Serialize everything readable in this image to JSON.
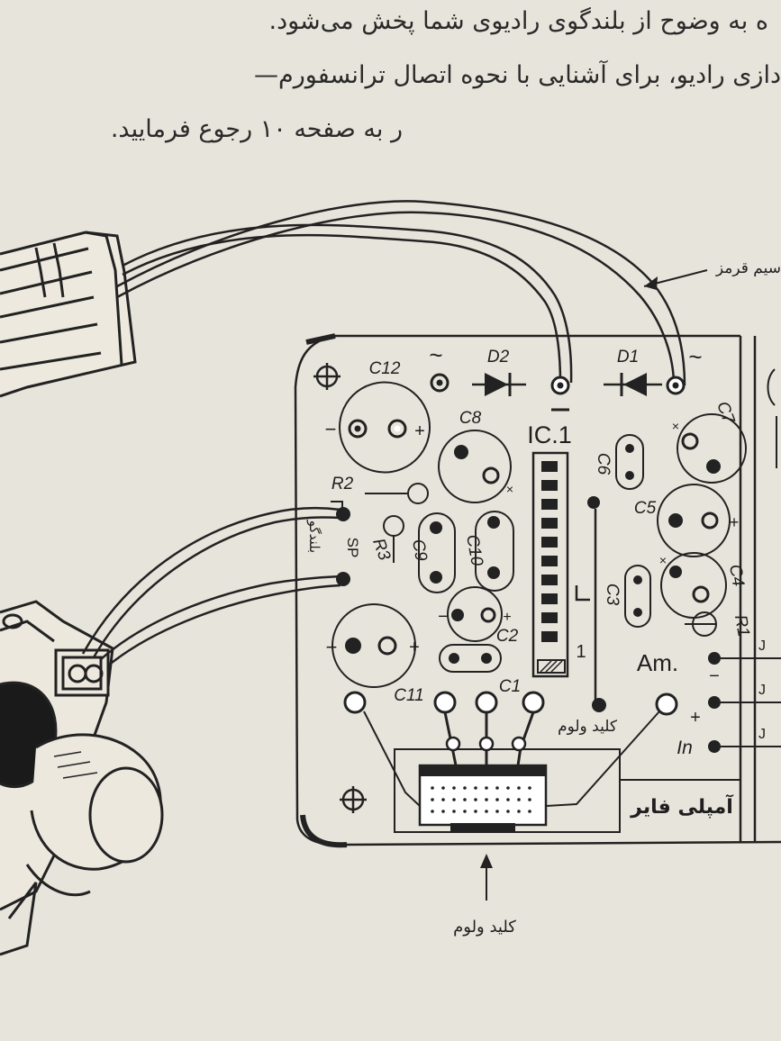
{
  "paragraph": {
    "line1": "ه به وضوح از بلندگوی رادیوی شما پخش می‌شود.",
    "line2": "دازی رادیو، برای آشنایی با نحوه اتصال ترانسفورم—",
    "line3": "ر به صفحه ۱۰ رجوع فرمایید."
  },
  "diagram": {
    "callout_red_wire": "سیم قرمز",
    "callout_volume_knob": "کلید ولوم",
    "board_volume_label": "کلید ولوم",
    "board_amplifier_label": "آمپلی فایر",
    "speaker_label": "بلندگو",
    "sp_label": "SP",
    "amplifier_label": "Am.",
    "ic_label": "IC.1",
    "ic_pin_label": "1",
    "ac_symbol": "~",
    "plus_symbol": "+",
    "minus_symbol": "−",
    "marker_x": "×",
    "in_label": "In",
    "jumper_j": "J",
    "components": {
      "c1": "C1",
      "c2": "C2",
      "c3": "C3",
      "c4": "C4",
      "c5": "C5",
      "c6": "C6",
      "c7": "C7",
      "c8": "C8",
      "c9": "C9",
      "c10": "C10",
      "c11": "C11",
      "c12": "C12",
      "d1": "D1",
      "d2": "D2",
      "r1": "R1",
      "r2": "R2",
      "r3": "R3"
    }
  }
}
